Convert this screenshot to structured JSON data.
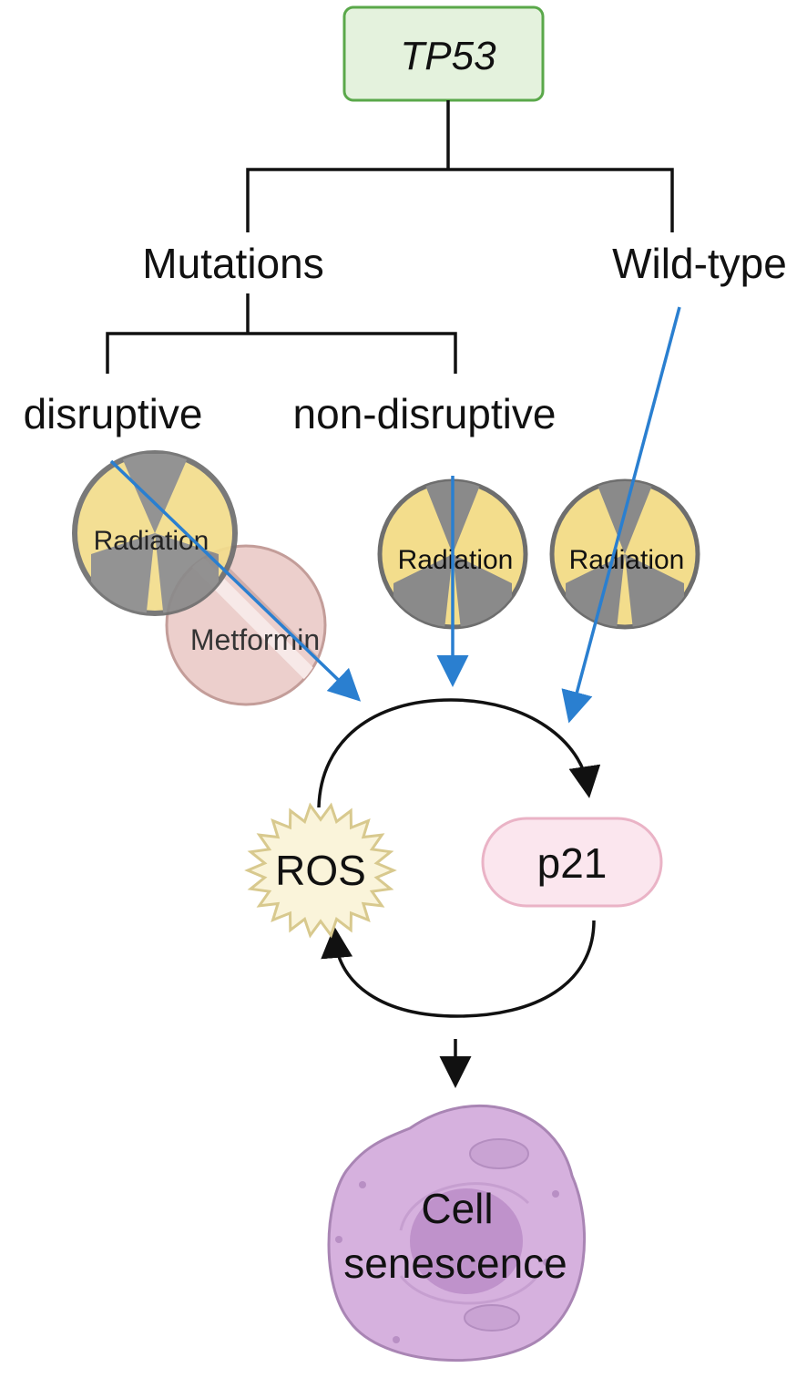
{
  "nodes": {
    "gene": "TP53",
    "mutations": "Mutations",
    "wild_type": "Wild-type",
    "disruptive": "disruptive",
    "non_disruptive": "non-disruptive",
    "ros": "ROS",
    "p21": "p21",
    "cell_senescence_line1": "Cell",
    "cell_senescence_line2": "senescence"
  },
  "treatments": {
    "radiation_disruptive": "Radiation",
    "metformin": "Metformin",
    "radiation_non_disruptive": "Radiation",
    "radiation_wild_type": "Radiation"
  },
  "colors": {
    "gene_box_fill": "#e4f2dd",
    "gene_box_stroke": "#5aa84a",
    "arrow_blue": "#2a7fd0",
    "radiation_yellow": "#f3dd8c",
    "radiation_grey": "#8a8a8a",
    "metformin_pink": "#e9c7c4",
    "p21_pink": "#fbe6ee",
    "ros_cream": "#faf4da",
    "cell_purple": "#d6b1de"
  }
}
